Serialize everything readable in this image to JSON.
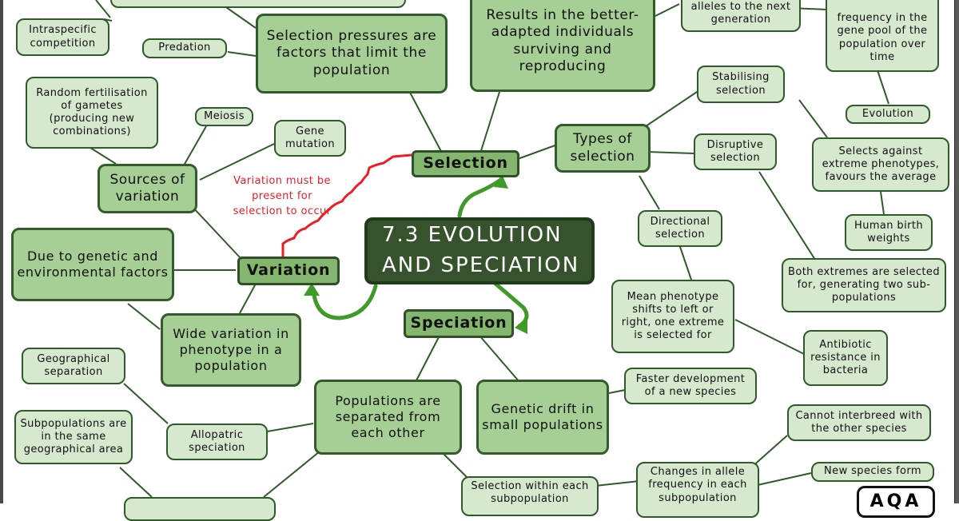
{
  "title": "7.3 EVOLUTION AND SPECIATION",
  "colors": {
    "center_fill": "#36532d",
    "branch_fill": "#84b670",
    "mid_fill": "#a6cf95",
    "leaf_fill": "#d6e8cd",
    "line": "#2f5a2a",
    "arrow_green": "#3f9a2a",
    "note_red": "#ee1c24"
  },
  "center": {
    "line1": "7.3 EVOLUTION",
    "line2": "AND SPECIATION"
  },
  "branches": {
    "selection": "Selection",
    "variation": "Variation",
    "speciation": "Speciation"
  },
  "note": {
    "line1": "Variation must be",
    "line2": "present for",
    "line3": "selection to occur"
  },
  "selection": {
    "pressures": "Selection pressures are factors that limit the population",
    "intraspecific": "Intraspecific competition",
    "predation": "Predation",
    "results": "Results in the better-adapted individuals surviving and reproducing",
    "alleles": "alleles to the next generation",
    "frequency": "frequency in the gene pool of the population over time",
    "evolution": "Evolution",
    "types": "Types of selection",
    "stabilising": "Stabilising selection",
    "stabilising_desc": "Selects against extreme phenotypes, favours the average",
    "human_birth": "Human birth weights",
    "disruptive": "Disruptive selection",
    "disruptive_desc": "Both extremes are selected for, generating two sub-populations",
    "directional": "Directional selection",
    "directional_desc": "Mean phenotype shifts to left or right, one extreme is selected for",
    "antibiotic": "Antibiotic resistance in bacteria"
  },
  "variation": {
    "sources": "Sources of variation",
    "random_fert": "Random fertilisation of gametes (producing new combinations)",
    "meiosis": "Meiosis",
    "gene_mutation": "Gene mutation",
    "due_to": "Due to genetic and environmental factors",
    "wide": "Wide variation in phenotype in a population"
  },
  "speciation": {
    "separated": "Populations are separated from each other",
    "drift": "Genetic drift in small populations",
    "faster": "Faster development of a new species",
    "geographical": "Geographical separation",
    "allopatric": "Allopatric speciation",
    "subpopulations": "Subpopulations are in the same geographical area",
    "selection_within": "Selection within each subpopulation",
    "changes_allele": "Changes in allele frequency in each subpopulation",
    "cannot_interbreed": "Cannot interbreed with the other species",
    "new_species": "New species form"
  },
  "logo": "AQA"
}
